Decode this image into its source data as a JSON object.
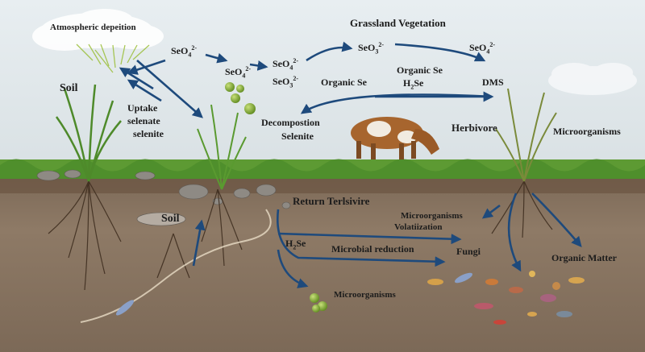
{
  "labels": {
    "atmospheric": "Atmospheric depeition",
    "grassland": "Grassland Vegetation",
    "soil_top": "Soil",
    "soil_mid": "Soil",
    "uptake": "Uptake",
    "selenate": "selenate",
    "selenite_left": "selenite",
    "seo4_a": "SeO",
    "seo4_b": "SeO",
    "seo4_c": "SeO",
    "seo3_a": "SeO",
    "seo3_b": "SeO",
    "seo4_d": "SeO",
    "sub4": "4",
    "sub3": "3",
    "charge": "2-",
    "organic_se_left": "Organic Se",
    "organic_se_right": "Organic Se",
    "h2se_top": "H",
    "h2se_top_rest": "Se",
    "sub2": "2",
    "dms": "DMS",
    "decomposition": "Decompostion",
    "selenite_mid": "Selenite",
    "herbivore": "Herbivore",
    "microorganisms_right": "Microorganisms",
    "return": "Return Terlsivire",
    "microorg_volat": "Microorganisms",
    "volatilization": "Volatiization",
    "h2se_low": "H",
    "h2se_low_rest": "Se",
    "microbial_reduction": "Microbial reduction",
    "fungi": "Fungi",
    "organic_matter": "Organic Matter",
    "microorganisms_low": "Microorganisms"
  },
  "colors": {
    "arrow": "#1e4a7c",
    "soil": "#8a7663",
    "grass": "#4f8f2c",
    "sky": "#e4eaee",
    "text": "#1c1c1c"
  }
}
